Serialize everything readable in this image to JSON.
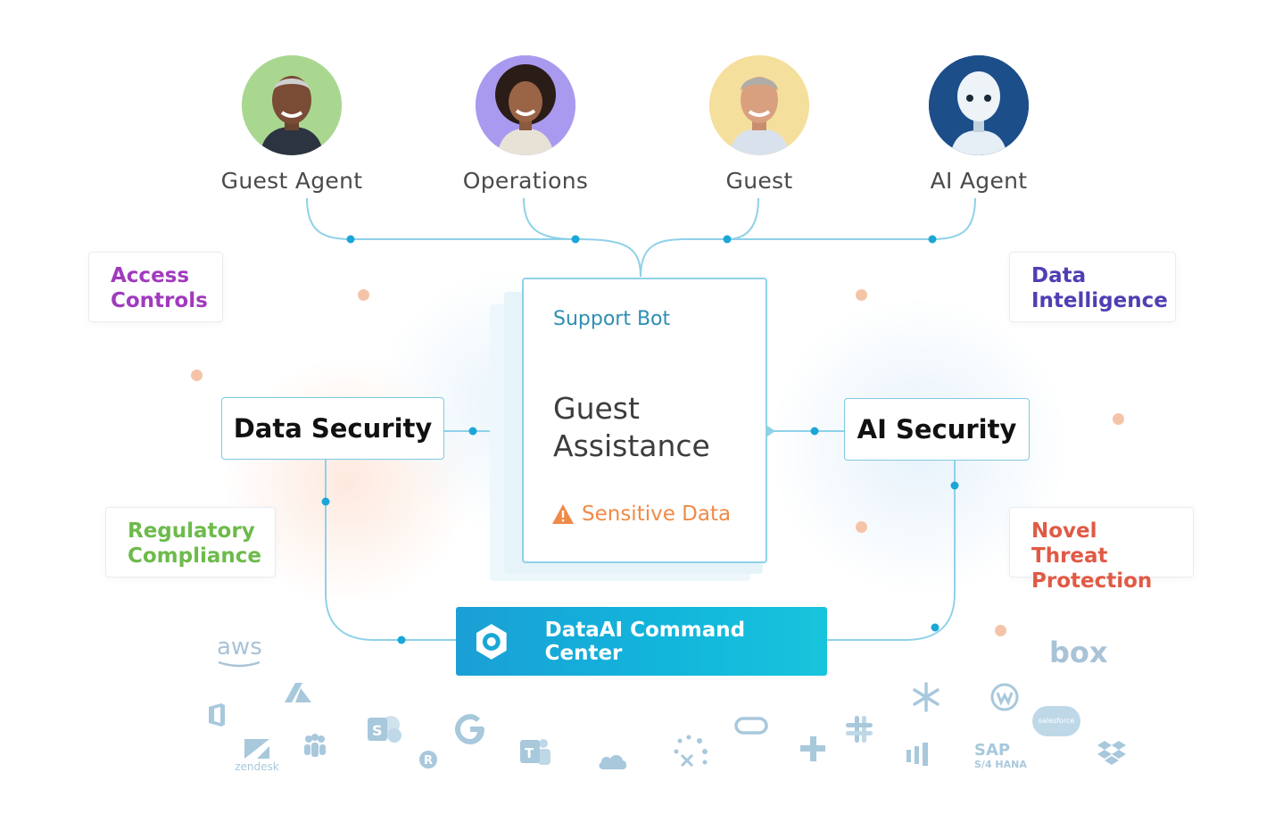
{
  "personas": [
    {
      "label": "Guest Agent",
      "icon": "person-avatar-icon",
      "bg": "#a9d790"
    },
    {
      "label": "Operations",
      "icon": "person-avatar-icon",
      "bg": "#a99af0"
    },
    {
      "label": "Guest",
      "icon": "person-avatar-icon",
      "bg": "#f5df9c"
    },
    {
      "label": "AI Agent",
      "icon": "robot-avatar-icon",
      "bg": "#1c4e8a"
    }
  ],
  "tags": {
    "access_controls": [
      "Access",
      "Controls"
    ],
    "data_intelligence": [
      "Data",
      "Intelligence"
    ],
    "regulatory_compliance": [
      "Regulatory",
      "Compliance"
    ],
    "novel_threat": [
      "Novel Threat",
      "Protection"
    ]
  },
  "colors": {
    "access": "#a03bbd",
    "intelligence": "#4e3fb3",
    "regulatory": "#6dbb4b",
    "threat": "#e05a45",
    "wire": "#8fd1e8",
    "accent": "#1aa7d8"
  },
  "security": {
    "data": "Data Security",
    "ai": "AI Security"
  },
  "card": {
    "subtitle": "Support Bot",
    "title_line1": "Guest",
    "title_line2": "Assistance",
    "warning": "Sensitive Data"
  },
  "command_center": {
    "label": "DataAI Command Center"
  },
  "integrations": {
    "aws": "aws",
    "box": "box",
    "zendesk": "zendesk",
    "sap": "SAP",
    "sap_sub": "S/4 HANA",
    "salesforce": "salesforce"
  }
}
